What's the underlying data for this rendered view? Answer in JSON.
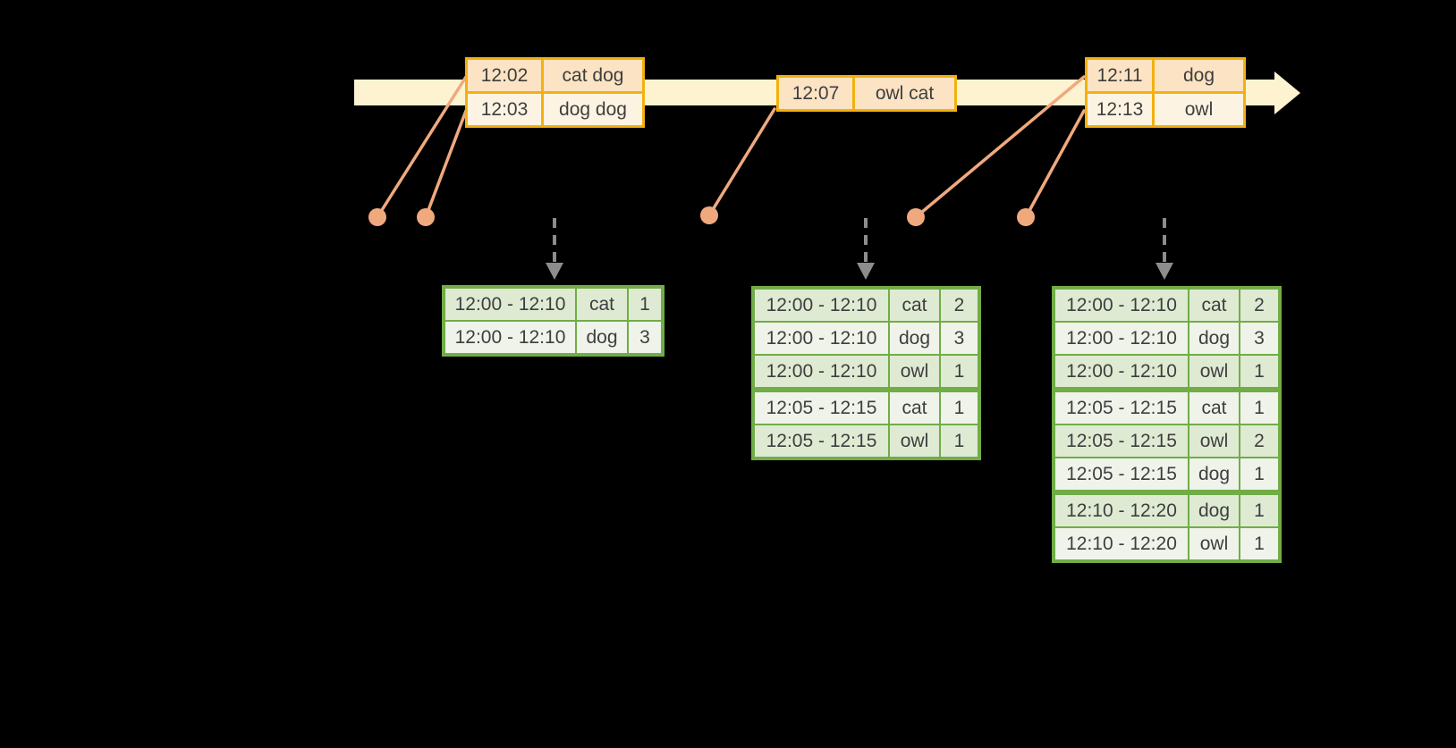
{
  "colors": {
    "background": "#000000",
    "timeline-fill": "#fdf3d1",
    "event-border": "#f2b10e",
    "event-row-dark": "#fbe3c3",
    "event-row-light": "#fdf3e2",
    "result-border": "#71ad47",
    "result-row-dark": "#dfead3",
    "result-row-light": "#eff3ea",
    "connector": "#f0a97d",
    "trigger-arrow": "#8d8d8d",
    "text": "#3e3e3e"
  },
  "event_tables": [
    {
      "rows": [
        {
          "time": "12:02",
          "words": "cat dog"
        },
        {
          "time": "12:03",
          "words": "dog dog"
        }
      ]
    },
    {
      "rows": [
        {
          "time": "12:07",
          "words": "owl cat"
        }
      ]
    },
    {
      "rows": [
        {
          "time": "12:11",
          "words": "dog"
        },
        {
          "time": "12:13",
          "words": "owl"
        }
      ]
    }
  ],
  "result_tables": [
    {
      "rows": [
        {
          "window": "12:00 - 12:10",
          "word": "cat",
          "count": "1"
        },
        {
          "window": "12:00 - 12:10",
          "word": "dog",
          "count": "3"
        }
      ]
    },
    {
      "rows": [
        {
          "window": "12:00 - 12:10",
          "word": "cat",
          "count": "2"
        },
        {
          "window": "12:00 - 12:10",
          "word": "dog",
          "count": "3"
        },
        {
          "window": "12:00 - 12:10",
          "word": "owl",
          "count": "1"
        },
        {
          "window": "12:05 - 12:15",
          "word": "cat",
          "count": "1"
        },
        {
          "window": "12:05 - 12:15",
          "word": "owl",
          "count": "1"
        }
      ]
    },
    {
      "rows": [
        {
          "window": "12:00 - 12:10",
          "word": "cat",
          "count": "2"
        },
        {
          "window": "12:00 - 12:10",
          "word": "dog",
          "count": "3"
        },
        {
          "window": "12:00 - 12:10",
          "word": "owl",
          "count": "1"
        },
        {
          "window": "12:05 - 12:15",
          "word": "cat",
          "count": "1"
        },
        {
          "window": "12:05 - 12:15",
          "word": "owl",
          "count": "2"
        },
        {
          "window": "12:05 - 12:15",
          "word": "dog",
          "count": "1"
        },
        {
          "window": "12:10 - 12:20",
          "word": "dog",
          "count": "1"
        },
        {
          "window": "12:10 - 12:20",
          "word": "owl",
          "count": "1"
        }
      ]
    }
  ]
}
